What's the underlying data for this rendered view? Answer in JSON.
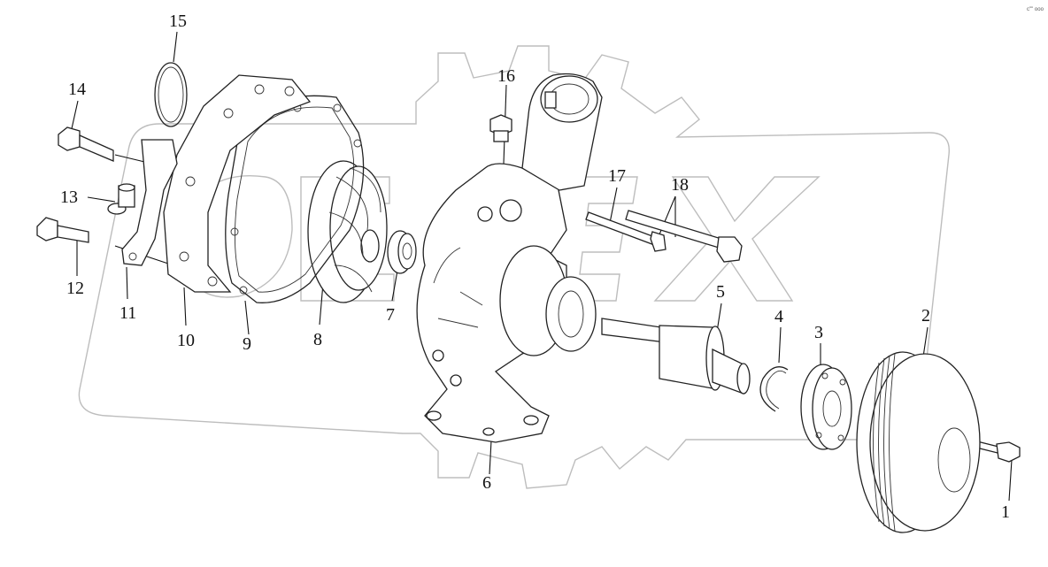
{
  "corner_mark": "с\"\" ооо",
  "watermark_icon": "gear-logo-watermark-icon",
  "callouts": [
    {
      "id": "c1",
      "label": "1"
    },
    {
      "id": "c2",
      "label": "2"
    },
    {
      "id": "c3",
      "label": "3"
    },
    {
      "id": "c4",
      "label": "4"
    },
    {
      "id": "c5",
      "label": "5"
    },
    {
      "id": "c6",
      "label": "6"
    },
    {
      "id": "c7",
      "label": "7"
    },
    {
      "id": "c8",
      "label": "8"
    },
    {
      "id": "c9",
      "label": "9"
    },
    {
      "id": "c10",
      "label": "10"
    },
    {
      "id": "c11",
      "label": "11"
    },
    {
      "id": "c12",
      "label": "12"
    },
    {
      "id": "c13",
      "label": "13"
    },
    {
      "id": "c14",
      "label": "14"
    },
    {
      "id": "c15",
      "label": "15"
    },
    {
      "id": "c16",
      "label": "16"
    },
    {
      "id": "c17",
      "label": "17"
    },
    {
      "id": "c18",
      "label": "18"
    }
  ]
}
